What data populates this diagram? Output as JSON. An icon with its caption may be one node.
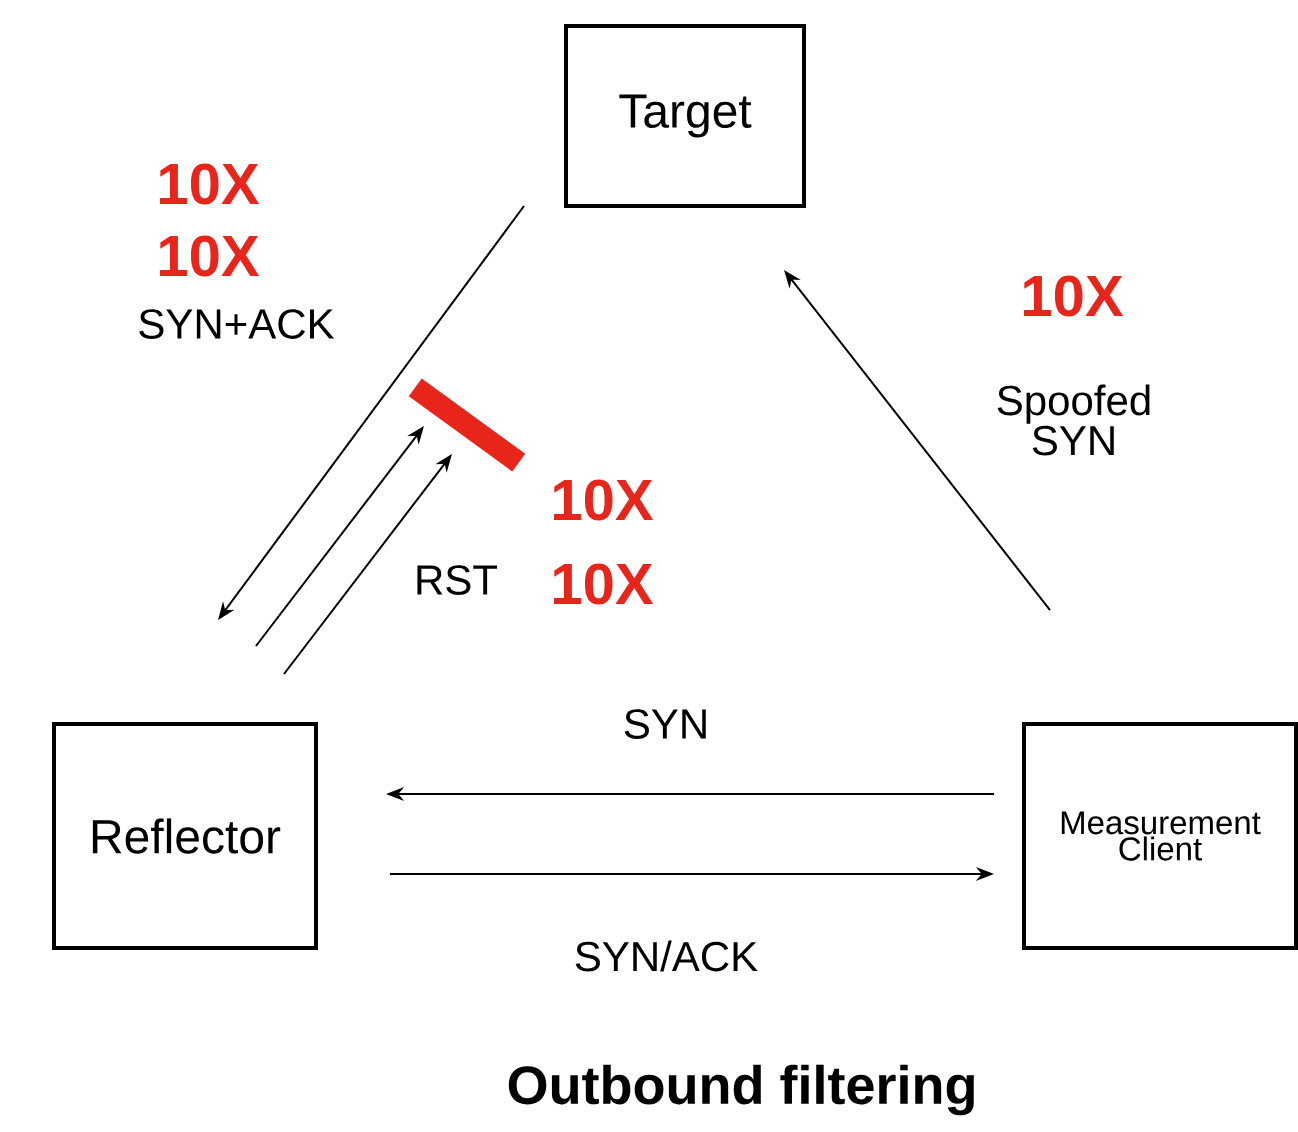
{
  "diagram": {
    "title": "Outbound filtering",
    "nodes": [
      {
        "text": [
          "Target"
        ]
      },
      {
        "text": [
          "Reflector"
        ]
      },
      {
        "text": [
          "Measurement Client"
        ]
      },
      {
        "text": [],
        "shape": "bar"
      }
    ],
    "edges": [
      {
        "from": 2,
        "to": 0,
        "arrow": "to",
        "label": "Spoofed SYN"
      },
      {
        "from": 0,
        "to": 1,
        "arrow": "to",
        "label": "SYN+ACK"
      },
      {
        "from": 1,
        "to": 3,
        "arrow": "to"
      },
      {
        "from": 1,
        "to": 3,
        "arrow": "to",
        "label": "RST"
      },
      {
        "from": 2,
        "to": 1,
        "arrow": "to",
        "label": "SYN"
      },
      {
        "from": 1,
        "to": 2,
        "arrow": "to",
        "label": "SYN/ACK"
      }
    ],
    "labels": [
      "10X",
      "10X",
      "10X",
      "10X",
      "10X"
    ]
  }
}
